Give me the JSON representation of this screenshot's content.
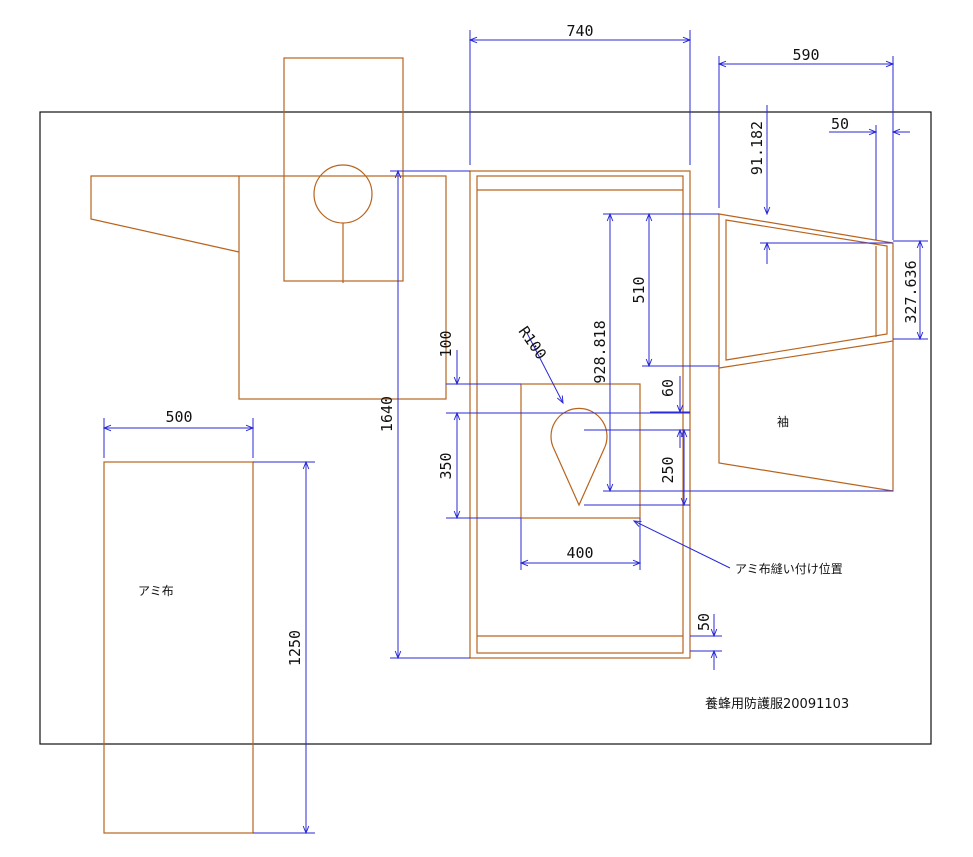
{
  "dimensions": {
    "d740": "740",
    "d590": "590",
    "d50_top": "50",
    "d91": "91.182",
    "d327": "327.636",
    "d510": "510",
    "d928": "928.818",
    "d60": "60",
    "d250": "250",
    "d100": "100",
    "d350": "350",
    "d1640": "1640",
    "d400": "400",
    "d50_bottom": "50",
    "d500": "500",
    "d1250": "1250",
    "r100": "R100"
  },
  "labels": {
    "ami_cloth": "アミ布",
    "ami_sew_position": "アミ布縫い付け位置",
    "sleeve": "袖",
    "title": "養蜂用防護服20091103"
  },
  "colors": {
    "part_outline": "#b8641e",
    "dimension_line": "#2a2ad6",
    "frame": "#111111"
  }
}
